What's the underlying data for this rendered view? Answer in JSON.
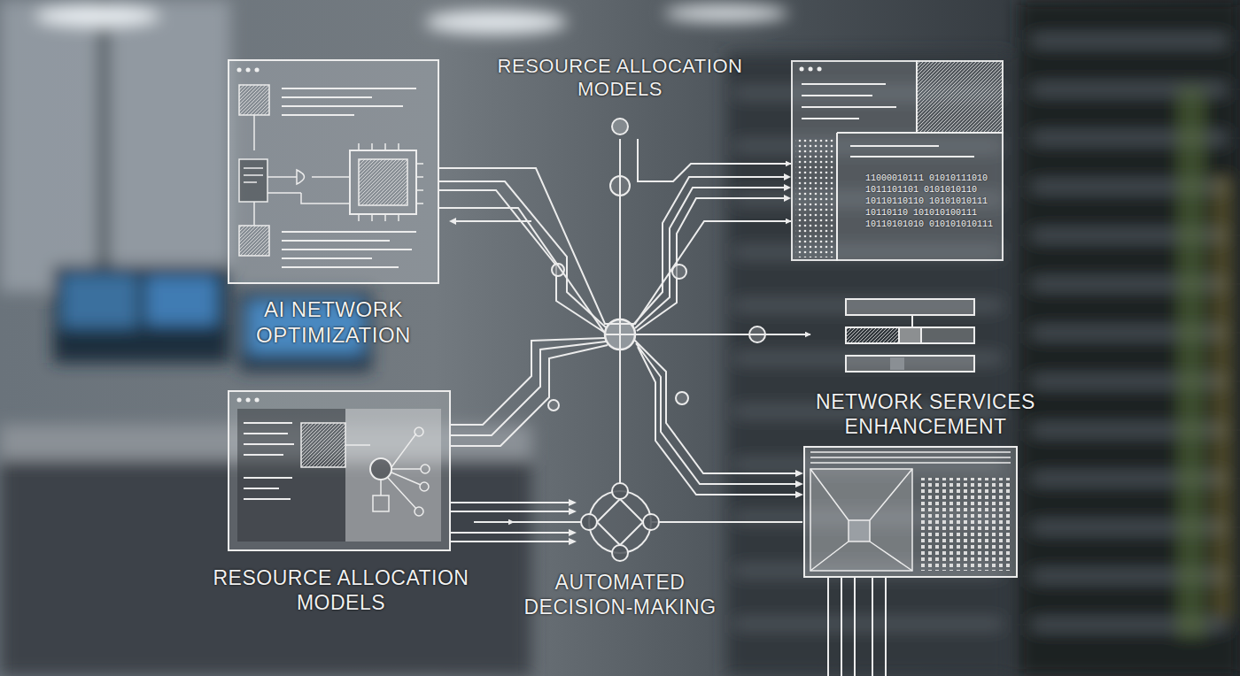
{
  "diagram": {
    "nodes": [
      {
        "text": [
          "AI NETWORK OPTIMIZATION"
        ]
      },
      {
        "text": [
          "RESOURCE ALLOCATION MODELS"
        ]
      },
      {
        "text": [
          "11000010111 01010111010 1011101101 0101010110 10110110110 10101010111 10110110 101010100111 10110101010 010101010111"
        ]
      },
      {
        "text": [
          "NETWORK SERVICES ENHANCEMENT"
        ]
      },
      {
        "text": [
          "RESOURCE ALLOCATION MODELS"
        ]
      },
      {
        "text": [
          "AUTOMATED DECISION-MAKING"
        ]
      }
    ],
    "edges": [
      {
        "from": 0,
        "to": 2,
        "arrow": "to"
      },
      {
        "from": 0,
        "to": 3,
        "arrow": "to"
      },
      {
        "from": 1,
        "to": 2,
        "arrow": "to"
      },
      {
        "from": 1,
        "to": 5,
        "arrow": "none"
      },
      {
        "from": 4,
        "to": 5,
        "arrow": "to"
      }
    ]
  }
}
